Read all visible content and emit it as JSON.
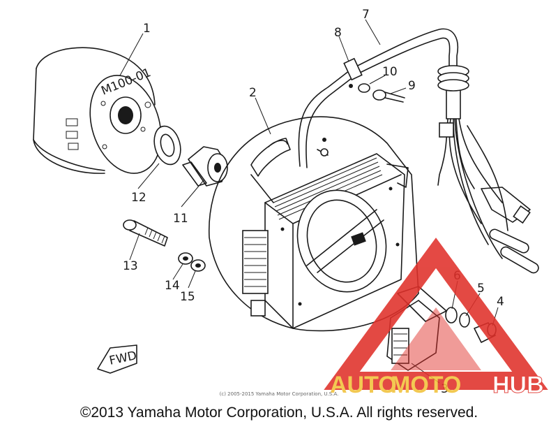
{
  "parts": [
    {
      "id": "1",
      "label": "1"
    },
    {
      "id": "2",
      "label": "2"
    },
    {
      "id": "3",
      "label": "3"
    },
    {
      "id": "4",
      "label": "4"
    },
    {
      "id": "5",
      "label": "5"
    },
    {
      "id": "6",
      "label": "6"
    },
    {
      "id": "7",
      "label": "7"
    },
    {
      "id": "8",
      "label": "8"
    },
    {
      "id": "9",
      "label": "9"
    },
    {
      "id": "10",
      "label": "10"
    },
    {
      "id": "11",
      "label": "11"
    },
    {
      "id": "12",
      "label": "12"
    },
    {
      "id": "13",
      "label": "13"
    },
    {
      "id": "14",
      "label": "14"
    },
    {
      "id": "15",
      "label": "15"
    }
  ],
  "rotor_marking": "M100-01",
  "fwd_label": "FWD",
  "watermark": {
    "auto": "AUTO",
    "moto": "MOTO",
    "hub": "HUB",
    "brand_color": "#e0302a",
    "accent_color": "#f2c23b"
  },
  "small_note": "(c) 2005-2015 Yamaha Motor Corporation, U.S.A.",
  "copyright": "©2013 Yamaha Motor Corporation, U.S.A. All rights reserved."
}
